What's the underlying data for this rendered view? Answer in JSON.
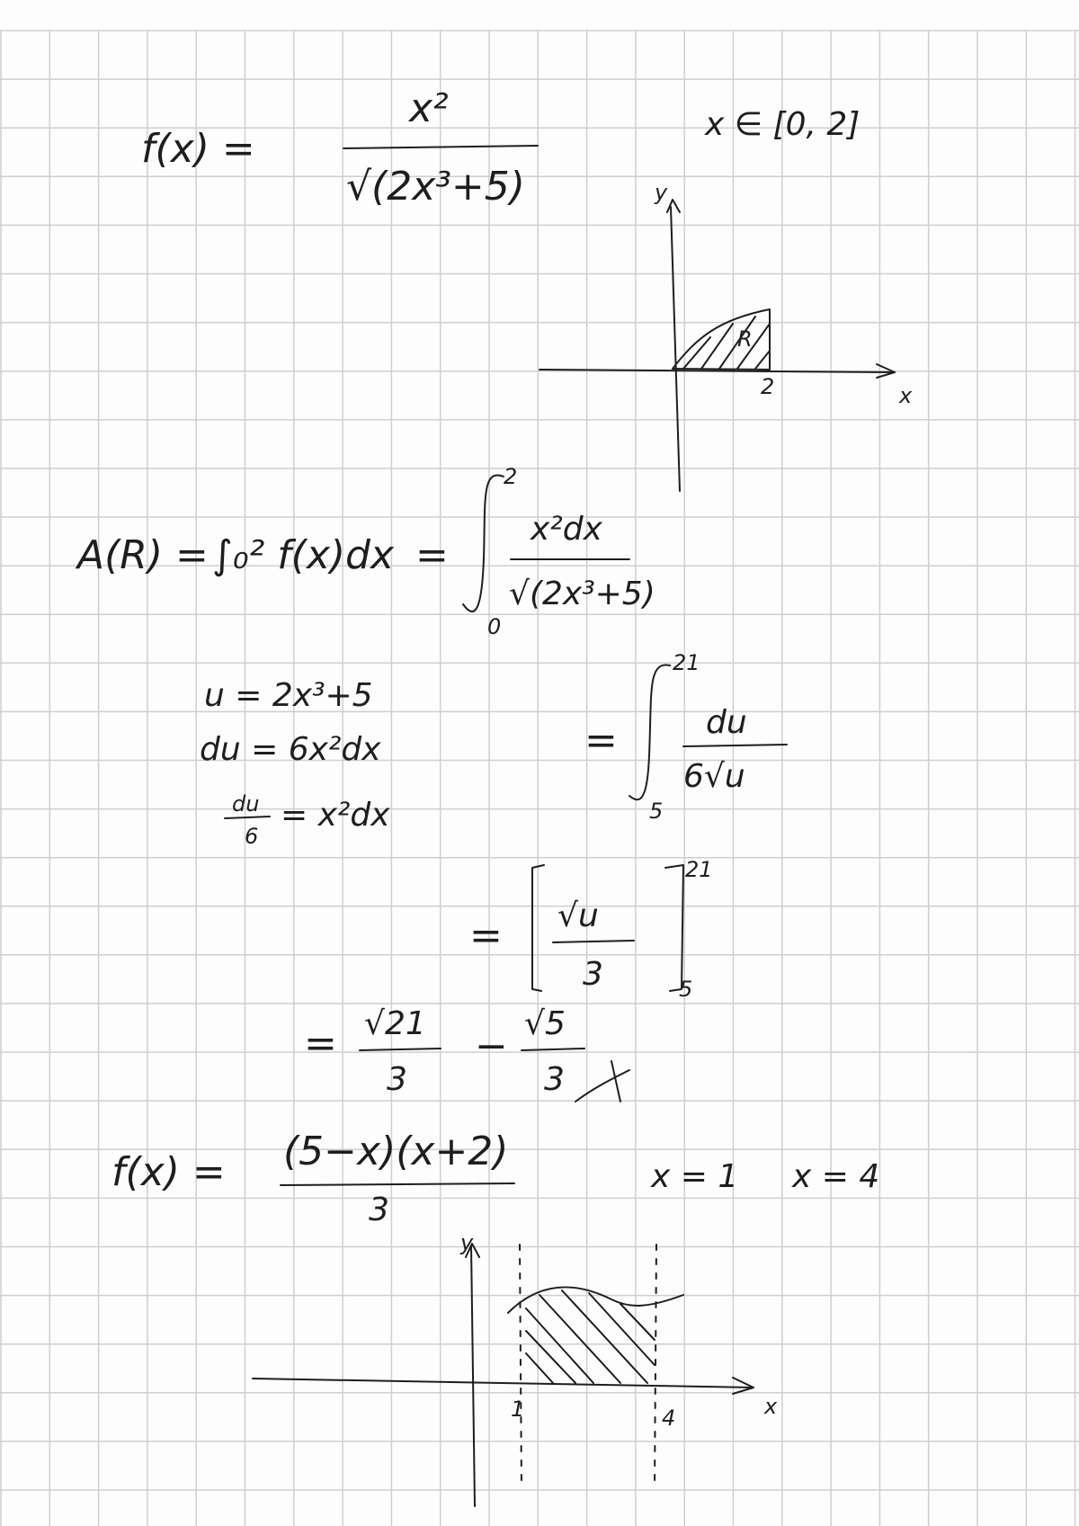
{
  "note": {
    "function1": {
      "lhs": "f(x) =",
      "numerator": "x²",
      "denominator": "√(2x³+5)",
      "domain": "x ∈ [0, 2]"
    },
    "graph1": {
      "y_label": "y",
      "x_label": "x",
      "tick": "2",
      "region_label": "R"
    },
    "area": {
      "lhs": "A(R) =",
      "integral1": "∫₀² f(x)dx",
      "eq": "=",
      "integral2_limits": {
        "lower": "0",
        "upper": "2"
      },
      "integral2_num": "x²dx",
      "integral2_den": "√(2x³+5)"
    },
    "substitution": {
      "line1": "u = 2x³+5",
      "line2": "du = 6x²dx",
      "line3_num": "du",
      "line3_den": "6",
      "line3_rest": "= x²dx"
    },
    "step2": {
      "eq": "=",
      "lower": "5",
      "upper": "21",
      "num": "du",
      "den": "6√u"
    },
    "step3": {
      "eq": "=",
      "num": "√u",
      "den": "3",
      "lower": "5",
      "upper": "21"
    },
    "step4": {
      "eq": "=",
      "a_num": "√21",
      "a_den": "3",
      "minus": "−",
      "b_num": "√5",
      "b_den": "3"
    },
    "function2": {
      "lhs": "f(x) =",
      "numerator": "(5−x)(x+2)",
      "denominator": "3",
      "bound1": "x = 1",
      "bound2": "x = 4"
    },
    "graph2": {
      "y_label": "y",
      "x_label": "x",
      "tick1": "1",
      "tick2": "4"
    }
  }
}
